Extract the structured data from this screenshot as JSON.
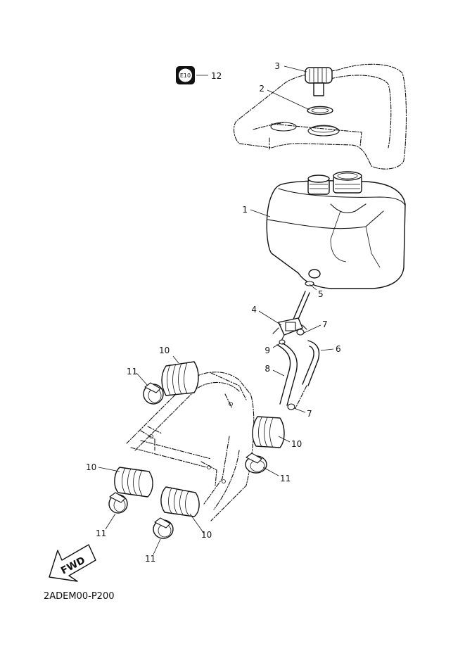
{
  "diagram": {
    "code": "2ADEM00-P200",
    "fwd_label": "FWD",
    "badge_label": "E10",
    "callouts": {
      "c1": "1",
      "c2": "2",
      "c3": "3",
      "c4": "4",
      "c5": "5",
      "c6": "6",
      "c7a": "7",
      "c7b": "7",
      "c8": "8",
      "c9": "9",
      "c10a": "10",
      "c10b": "10",
      "c10c": "10",
      "c10d": "10",
      "c11a": "11",
      "c11b": "11",
      "c11c": "11",
      "c11d": "11",
      "c12": "12"
    }
  }
}
